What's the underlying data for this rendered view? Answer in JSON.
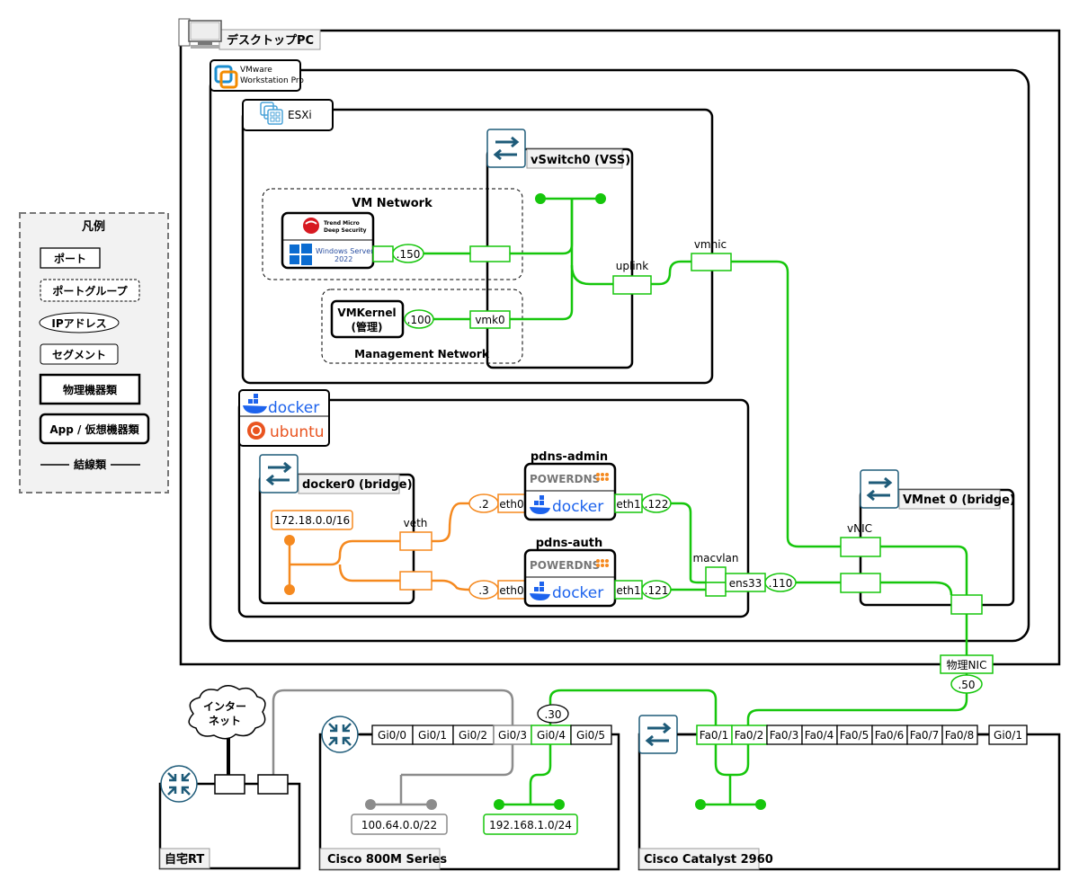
{
  "legend": {
    "title": "凡例",
    "port": "ポート",
    "portgroup": "ポートグループ",
    "ip": "IPアドレス",
    "segment": "セグメント",
    "physical": "物理機器類",
    "app": "App / 仮想機器類",
    "wire": "結線類"
  },
  "desktop": {
    "title": "デスクトップPC"
  },
  "vmware": {
    "line1": "VMware",
    "line2": "Workstation Pro"
  },
  "esxi": {
    "title": "ESXi",
    "vswitch": "vSwitch0 (VSS)",
    "vm_network": "VM Network",
    "mgmt_network": "Management Network",
    "trend1": "Trend Micro",
    "trend2": "Deep Security",
    "winsrv": "Windows Server",
    "winsrv_ver": "2022",
    "ip_150": ".150",
    "vmkernel1": "VMKernel",
    "vmkernel2": "(管理)",
    "ip_100": ".100",
    "vmk0": "vmk0",
    "uplink": "uplink",
    "vmnic": "vmnic"
  },
  "docker": {
    "logo": "docker",
    "ubuntu": "ubuntu",
    "bridge": "docker0 (bridge)",
    "subnet": "172.18.0.0/16",
    "veth": "veth",
    "admin_title": "pdns-admin",
    "auth_title": "pdns-auth",
    "powerdns": "POWERDNS",
    "eth0": "eth0",
    "eth1": "eth1",
    "ip_2": ".2",
    "ip_3": ".3",
    "ip_122": ".122",
    "ip_121": ".121",
    "macvlan": "macvlan",
    "ens33": "ens33",
    "ip_110": ".110"
  },
  "vmnet": {
    "title": "VMnet 0 (bridge)",
    "vnic": "vNIC"
  },
  "physnic": {
    "label": "物理NIC",
    "ip": ".50"
  },
  "internet": {
    "line1": "インター",
    "line2": "ネット"
  },
  "home_rt": {
    "title": "自宅RT"
  },
  "cisco800": {
    "title": "Cisco 800M Series",
    "ports": [
      "Gi0/0",
      "Gi0/1",
      "Gi0/2",
      "Gi0/3",
      "Gi0/4",
      "Gi0/5"
    ],
    "ip_30": ".30",
    "seg1": "100.64.0.0/22",
    "seg2": "192.168.1.0/24"
  },
  "catalyst": {
    "title": "Cisco Catalyst 2960",
    "ports": [
      "Fa0/1",
      "Fa0/2",
      "Fa0/3",
      "Fa0/4",
      "Fa0/5",
      "Fa0/6",
      "Fa0/7",
      "Fa0/8"
    ],
    "uplink_port": "Gi0/1"
  },
  "colors": {
    "green": "#16c60c",
    "orange": "#f5891f",
    "gray": "#8c8c8c",
    "icon": "#1e5b79"
  }
}
